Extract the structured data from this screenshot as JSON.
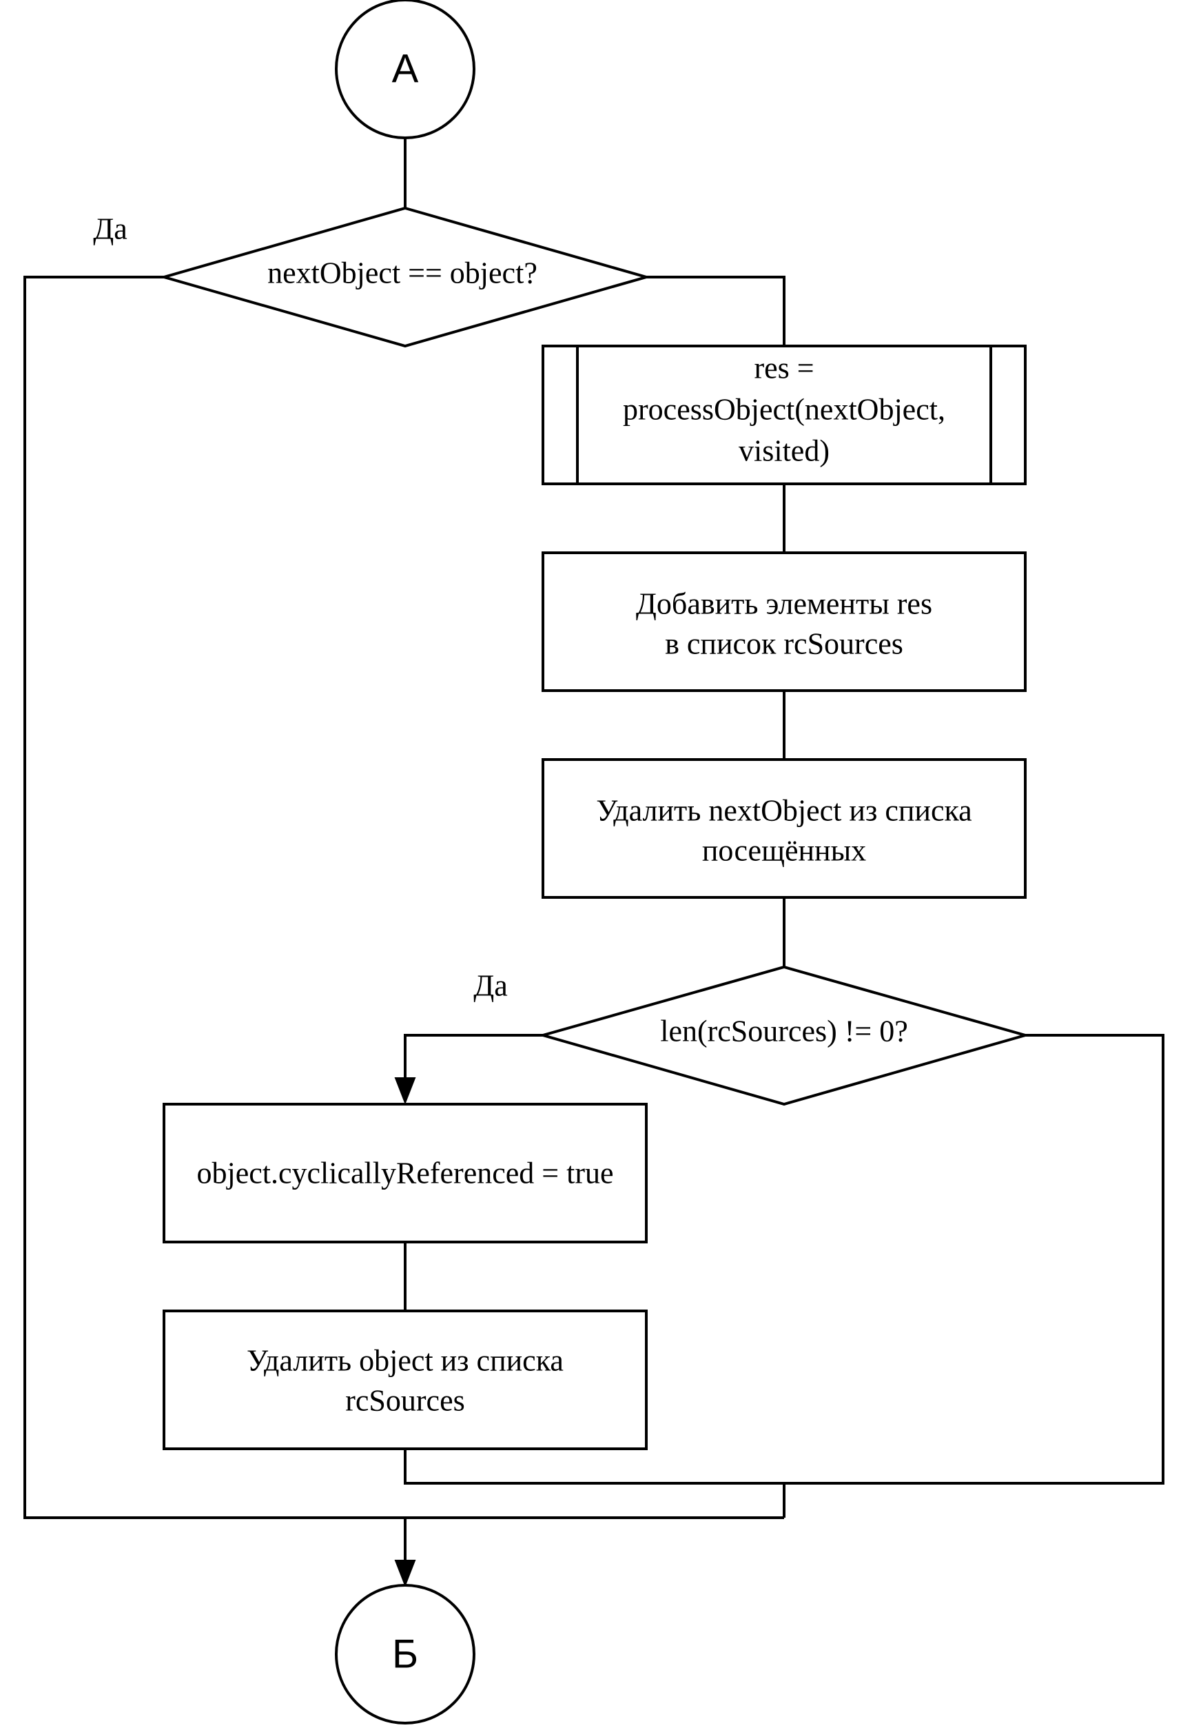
{
  "connectors": {
    "start": "А",
    "end": "Б"
  },
  "decisions": {
    "same_object": "nextObject == object?",
    "has_sources": "len(rcSources) != 0?"
  },
  "labels": {
    "yes_left_top": "Да",
    "yes_left_mid": "Да"
  },
  "process": {
    "call": [
      "res =",
      "processObject(nextObject,",
      "visited)"
    ],
    "add": [
      "Добавить элементы res",
      "в список rcSources"
    ],
    "remove_visited": [
      "Удалить nextObject из списка",
      "посещённых"
    ],
    "set_flag": [
      "object.cyclicallyReferenced = true"
    ],
    "remove_object": [
      "Удалить object из списка",
      "rcSources"
    ]
  },
  "colors": {
    "stroke": "#000000",
    "background": "#ffffff"
  }
}
